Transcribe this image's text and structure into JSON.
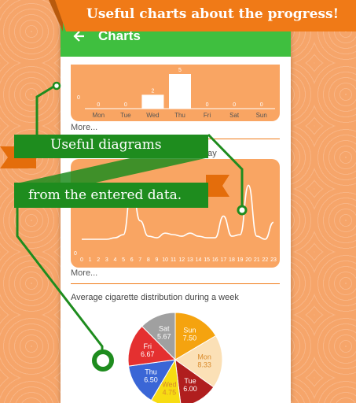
{
  "banner": {
    "text": "Useful charts about the progress!"
  },
  "appbar": {
    "title": "Charts"
  },
  "callouts": {
    "useful": "Useful diagrams",
    "from_data": "from the entered data."
  },
  "sections": {
    "more_label": "More...",
    "weekday_partial": "day",
    "pie_title": "Average cigarette distribution during a week"
  },
  "colors": {
    "accent_orange": "#f07a17",
    "green": "#3fbf3f",
    "dark_green": "#1e8c1e",
    "card": "#f9a563"
  },
  "chart_data": [
    {
      "type": "bar",
      "categories": [
        "Mon",
        "Tue",
        "Wed",
        "Thu",
        "Fri",
        "Sat",
        "Sun"
      ],
      "values": [
        0,
        0,
        2,
        5,
        0,
        0,
        0
      ],
      "ylim": [
        0,
        5
      ],
      "y_tick": "0"
    },
    {
      "type": "line",
      "x": [
        0,
        1,
        2,
        3,
        4,
        5,
        6,
        7,
        8,
        9,
        10,
        11,
        12,
        13,
        14,
        15,
        16,
        17,
        18,
        19,
        20,
        21,
        22,
        23
      ],
      "values": [
        0,
        0,
        0,
        0,
        0.1,
        0.3,
        3.5,
        1.2,
        0.2,
        0.1,
        0.4,
        0.3,
        0.2,
        0.4,
        0.2,
        0.1,
        0.1,
        1.5,
        0.2,
        0.3,
        3.5,
        0.2,
        0,
        1.1
      ],
      "ylim": [
        0,
        5
      ],
      "y_tick": "0"
    },
    {
      "type": "pie",
      "title": "Average cigarette distribution during a week",
      "categories": [
        "Sun",
        "Mon",
        "Tue",
        "Wed",
        "Thu",
        "Fri",
        "Sat"
      ],
      "values": [
        7.5,
        8.33,
        6.0,
        4.75,
        6.5,
        6.67,
        5.67
      ],
      "labels": [
        "7.50",
        "8.33",
        "6.00",
        "4.75",
        "6.50",
        "6.67",
        "5.67"
      ],
      "colors": [
        "#f5a30f",
        "#fbe0b6",
        "#b01e1e",
        "#f7dc12",
        "#3a66d6",
        "#e43030",
        "#a0a0a0"
      ]
    }
  ]
}
